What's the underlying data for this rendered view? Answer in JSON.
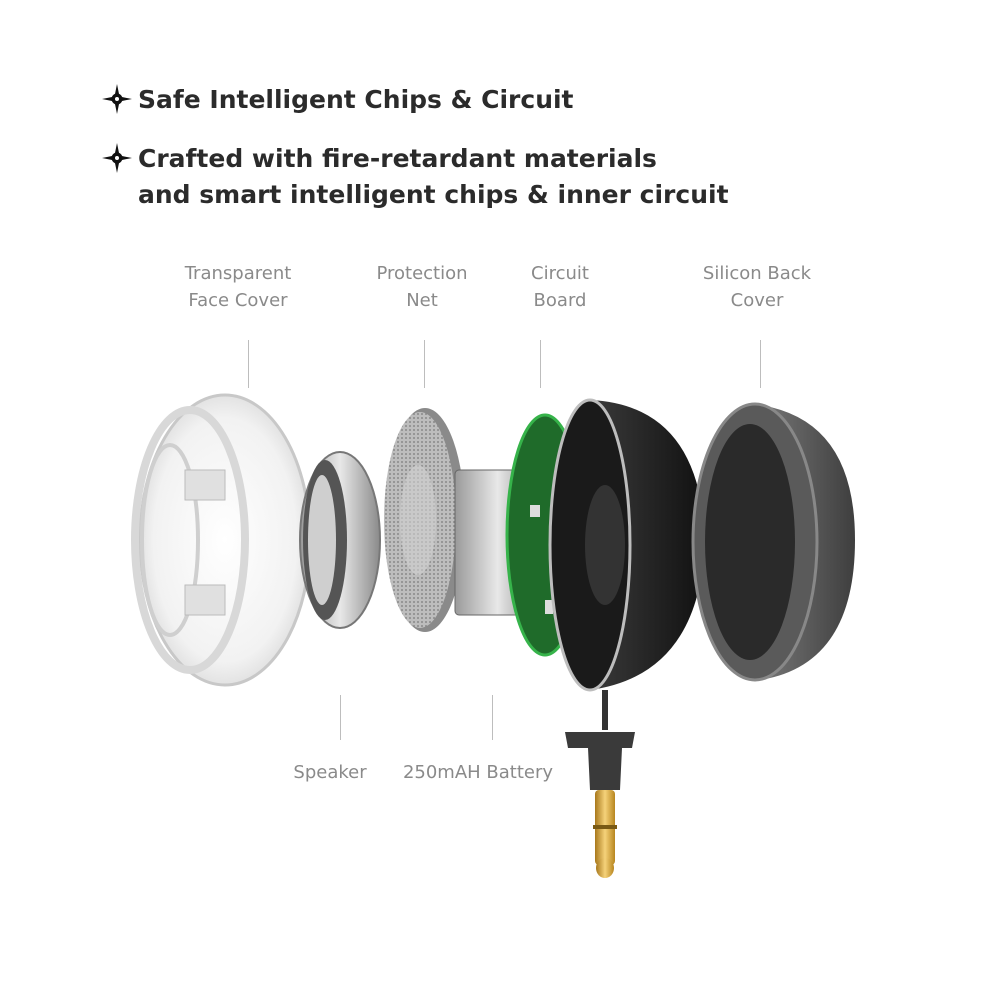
{
  "bullets": [
    {
      "icon": "four-point-star-icon",
      "lines": [
        "Safe Intelligent Chips & Circuit"
      ]
    },
    {
      "icon": "four-point-star-icon",
      "lines": [
        "Crafted with fire-retardant materials",
        "and smart intelligent chips & inner circuit"
      ]
    }
  ],
  "labels_top": [
    {
      "lines": [
        "Transparent",
        "Face Cover"
      ]
    },
    {
      "lines": [
        "Protection",
        "Net"
      ]
    },
    {
      "lines": [
        "Circuit",
        "Board"
      ]
    },
    {
      "lines": [
        "Silicon Back",
        "Cover"
      ]
    }
  ],
  "labels_bottom": [
    {
      "lines": [
        "Speaker"
      ]
    },
    {
      "lines": [
        "250mAH Battery"
      ]
    }
  ],
  "colors": {
    "text_dark": "#2b2b2b",
    "label_gray": "#8a8a8a",
    "pcb_green": "#1f6b2a",
    "shell_black": "#1c1c1c",
    "pin_gold": "#d4a531"
  }
}
